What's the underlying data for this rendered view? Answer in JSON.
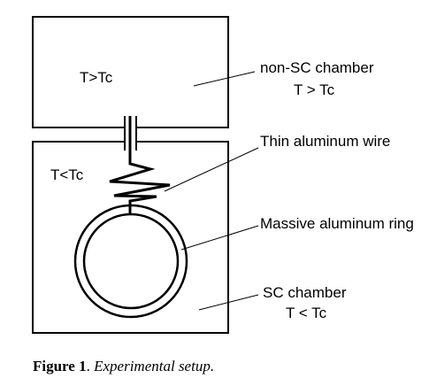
{
  "diagram": {
    "upper_chamber": {
      "inner_label": "T>Tc",
      "name": "non-SC chamber",
      "condition": "T > Tc"
    },
    "lower_chamber": {
      "inner_label": "T<Tc",
      "name": "SC chamber",
      "condition": "T < Tc"
    },
    "wire_label": "Thin aluminum wire",
    "ring_label": "Massive aluminum ring"
  },
  "caption": {
    "figure_label": "Figure 1",
    "separator": ". ",
    "text": "Experimental setup."
  }
}
